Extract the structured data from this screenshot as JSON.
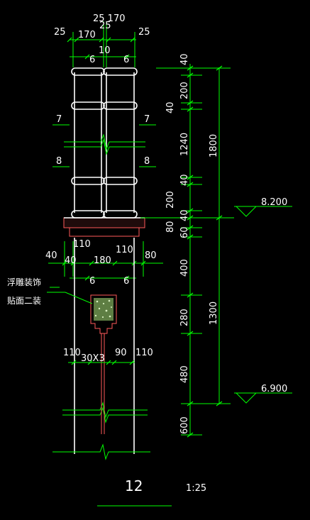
{
  "drawing": {
    "detail_number": "12",
    "scale": "1:25",
    "colors": {
      "background": "#000000",
      "line": "#00ff00",
      "outline": "#ffffff",
      "fill": "#ff5a5a",
      "text": "#ffffff"
    }
  },
  "top_dims": {
    "overall": "25 170",
    "inner": "25",
    "left_edge": "25",
    "left_width": "170",
    "center": "10",
    "right_edge": "25",
    "sub_left": "6",
    "sub_right": "6"
  },
  "section_marks": {
    "mark_7_left": "7",
    "mark_7_right": "7",
    "mark_8_left": "8",
    "mark_8_right": "8"
  },
  "base_dims": {
    "center_width": "110",
    "outer_left": "40",
    "inner_left": "40",
    "middle": "180",
    "inner_right": "110",
    "outer_right": "80",
    "sub_left": "6",
    "sub_right": "6"
  },
  "ornament": {
    "label_line1": "浮雕装饰",
    "label_line2": "贴面二装",
    "dim_left": "110",
    "dim_center": "30X3",
    "dim_center_right": "90",
    "dim_right": "110"
  },
  "vertical_dims": {
    "seg_1": "40",
    "seg_2": "200",
    "seg_3": "40",
    "seg_4": "1240",
    "seg_5": "40",
    "seg_6": "200",
    "seg_7": "40",
    "seg_8": "80",
    "seg_9": "60",
    "seg_10": "400",
    "seg_11": "280",
    "seg_12": "480",
    "seg_13": "600",
    "total_upper": "1800",
    "total_lower": "1300"
  },
  "elevations": {
    "upper": "8.200",
    "lower": "6.900"
  }
}
